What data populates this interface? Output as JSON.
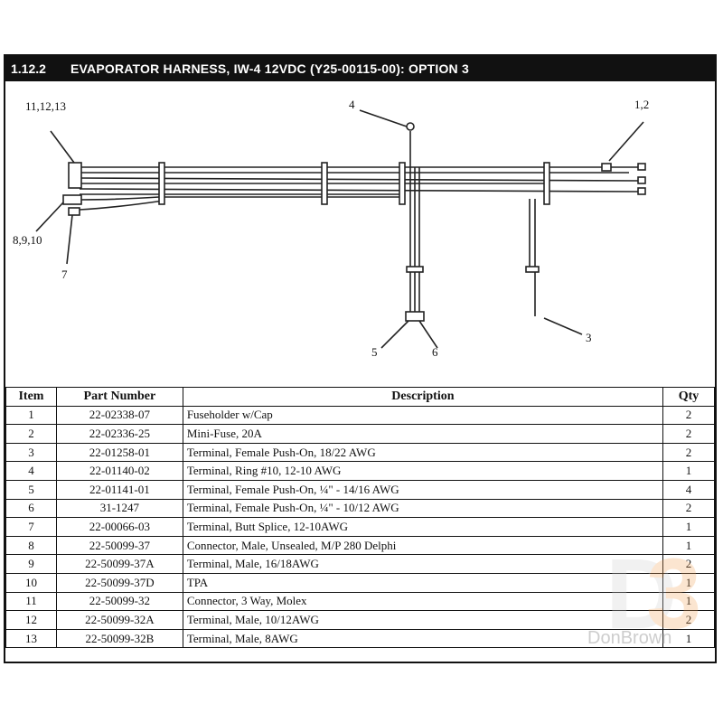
{
  "header": {
    "section": "1.12.2",
    "title": "EVAPORATOR HARNESS, IW-4  12VDC (Y25-00115-00): OPTION 3"
  },
  "diagram": {
    "callouts": [
      "11,12,13",
      "4",
      "1,2",
      "8,9,10",
      "7",
      "5",
      "6",
      "3"
    ]
  },
  "table": {
    "headers": [
      "Item",
      "Part Number",
      "Description",
      "Qty"
    ],
    "rows": [
      [
        "1",
        "22-02338-07",
        "Fuseholder w/Cap",
        "2"
      ],
      [
        "2",
        "22-02336-25",
        "Mini-Fuse, 20A",
        "2"
      ],
      [
        "3",
        "22-01258-01",
        "Terminal, Female Push-On, 18/22 AWG",
        "2"
      ],
      [
        "4",
        "22-01140-02",
        "Terminal, Ring #10, 12-10 AWG",
        "1"
      ],
      [
        "5",
        "22-01141-01",
        "Terminal, Female Push-On, ¼\" - 14/16 AWG",
        "4"
      ],
      [
        "6",
        "31-1247",
        "Terminal, Female Push-On, ¼\" - 10/12 AWG",
        "2"
      ],
      [
        "7",
        "22-00066-03",
        "Terminal, Butt Splice, 12-10AWG",
        "1"
      ],
      [
        "8",
        "22-50099-37",
        "Connector, Male, Unsealed, M/P 280 Delphi",
        "1"
      ],
      [
        "9",
        "22-50099-37A",
        "Terminal, Male, 16/18AWG",
        "2"
      ],
      [
        "10",
        "22-50099-37D",
        "TPA",
        "1"
      ],
      [
        "11",
        "22-50099-32",
        "Connector, 3 Way, Molex",
        "1"
      ],
      [
        "12",
        "22-50099-32A",
        "Terminal, Male, 10/12AWG",
        "2"
      ],
      [
        "13",
        "22-50099-32B",
        "Terminal, Male, 8AWG",
        "1"
      ]
    ]
  },
  "watermark": {
    "text": "DonBrown"
  }
}
